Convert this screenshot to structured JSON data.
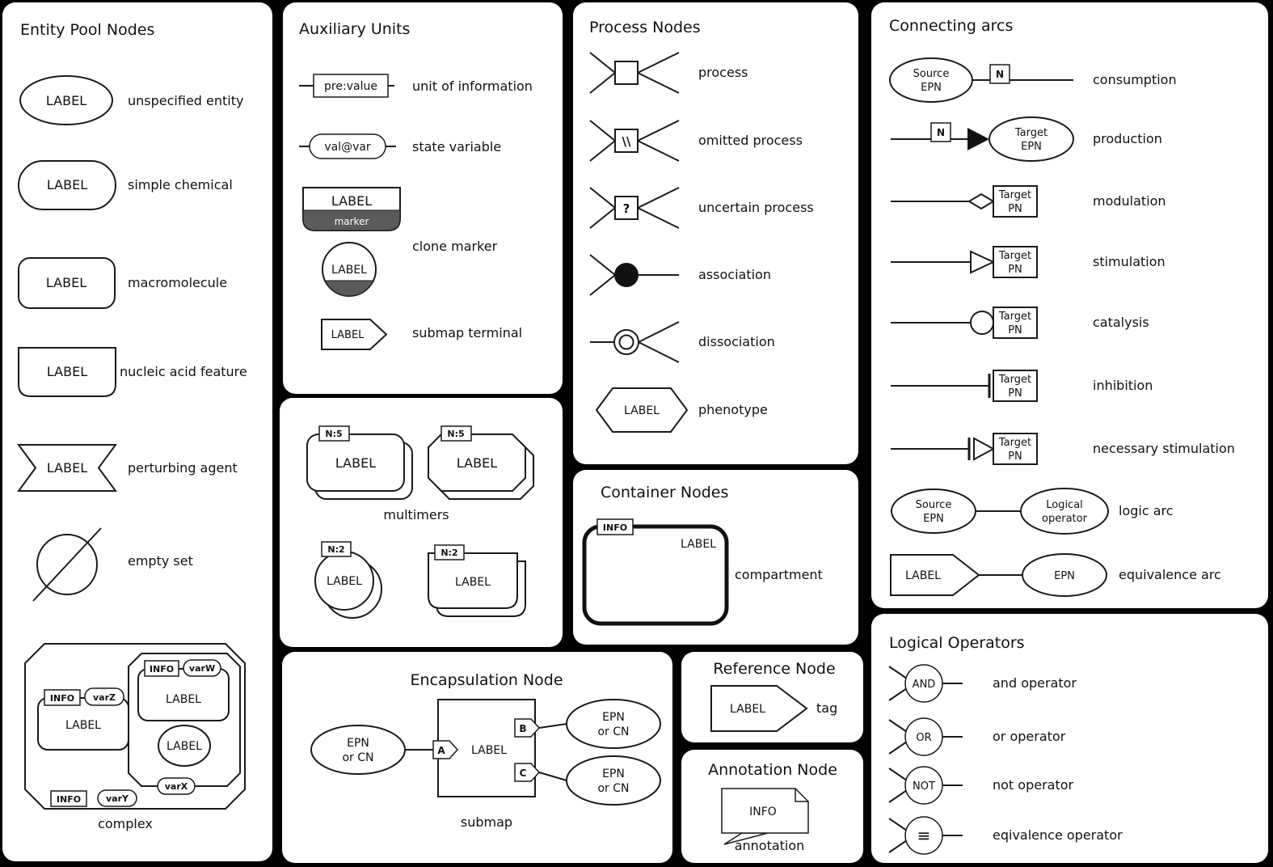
{
  "colors": {
    "background": "#000000",
    "panel_bg": "#ffffff",
    "stroke": "#1a1a1a",
    "clone_marker_fill": "#5a5a5a"
  },
  "entity_pool": {
    "title": "Entity Pool Nodes",
    "unspecified": {
      "shape": "LABEL",
      "label": "unspecified entity"
    },
    "simple_chemical": {
      "shape": "LABEL",
      "label": "simple chemical"
    },
    "macromolecule": {
      "shape": "LABEL",
      "label": "macromolecule"
    },
    "nucleic_acid": {
      "shape": "LABEL",
      "label": "nucleic acid feature"
    },
    "perturbing_agent": {
      "shape": "LABEL",
      "label": "perturbing agent"
    },
    "empty_set": {
      "label": "empty set"
    },
    "complex": {
      "label": "complex",
      "macro1": {
        "info": "INFO",
        "var": "varZ",
        "shape": "LABEL"
      },
      "macro2": {
        "info": "INFO",
        "var": "varW",
        "shape": "LABEL"
      },
      "ellipse": "LABEL",
      "var_x": "varX",
      "bottom_info": "INFO",
      "bottom_var": "varY"
    }
  },
  "auxiliary": {
    "title": "Auxiliary Units",
    "unit_of_information": {
      "shape": "pre:value",
      "label": "unit of information"
    },
    "state_variable": {
      "shape": "val@var",
      "label": "state variable"
    },
    "clone_marker": {
      "shape": "LABEL",
      "marker": "marker",
      "shape2": "LABEL",
      "label": "clone marker"
    },
    "submap_terminal": {
      "shape": "LABEL",
      "label": "submap terminal"
    }
  },
  "multimers": {
    "caption": "multimers",
    "macromolecule": {
      "cardinality": "N:5",
      "shape": "LABEL"
    },
    "complex": {
      "cardinality": "N:5",
      "shape": "LABEL"
    },
    "simple_chemical": {
      "cardinality": "N:2",
      "shape": "LABEL"
    },
    "nucleic_acid": {
      "cardinality": "N:2",
      "shape": "LABEL"
    }
  },
  "process_nodes": {
    "title": "Process Nodes",
    "process": {
      "label": "process"
    },
    "omitted": {
      "glyph": "\\\\",
      "label": "omitted process"
    },
    "uncertain": {
      "glyph": "?",
      "label": "uncertain process"
    },
    "association": {
      "label": "association"
    },
    "dissociation": {
      "label": "dissociation"
    },
    "phenotype": {
      "shape": "LABEL",
      "label": "phenotype"
    }
  },
  "container_nodes": {
    "title": "Container Nodes",
    "compartment": {
      "info": "INFO",
      "shape": "LABEL",
      "label": "compartment"
    }
  },
  "encapsulation": {
    "title": "Encapsulation Node",
    "caption": "submap",
    "shape": "LABEL",
    "tag_a": "A",
    "tag_b": "B",
    "tag_c": "C",
    "left_epn": {
      "line1": "EPN",
      "line2": "or CN"
    },
    "right_epn_top": {
      "line1": "EPN",
      "line2": "or CN"
    },
    "right_epn_bottom": {
      "line1": "EPN",
      "line2": "or CN"
    }
  },
  "reference_node": {
    "title": "Reference Node",
    "tag": {
      "shape": "LABEL",
      "label": "tag"
    }
  },
  "annotation_node": {
    "title": "Annotation Node",
    "annotation": {
      "shape": "INFO",
      "label": "annotation"
    }
  },
  "connecting_arcs": {
    "title": "Connecting arcs",
    "consumption": {
      "source_line1": "Source",
      "source_line2": "EPN",
      "cardinality": "N",
      "label": "consumption"
    },
    "production": {
      "cardinality": "N",
      "target_line1": "Target",
      "target_line2": "EPN",
      "label": "production"
    },
    "modulation": {
      "target_line1": "Target",
      "target_line2": "PN",
      "label": "modulation"
    },
    "stimulation": {
      "target_line1": "Target",
      "target_line2": "PN",
      "label": "stimulation"
    },
    "catalysis": {
      "target_line1": "Target",
      "target_line2": "PN",
      "label": "catalysis"
    },
    "inhibition": {
      "target_line1": "Target",
      "target_line2": "PN",
      "label": "inhibition"
    },
    "necessary_stimulation": {
      "target_line1": "Target",
      "target_line2": "PN",
      "label": "necessary stimulation"
    },
    "logic_arc": {
      "source_line1": "Source",
      "source_line2": "EPN",
      "op_line1": "Logical",
      "op_line2": "operator",
      "label": "logic arc"
    },
    "equivalence_arc": {
      "tag": "LABEL",
      "epn": "EPN",
      "label": "equivalence arc"
    }
  },
  "logical_operators": {
    "title": "Logical Operators",
    "and": {
      "glyph": "AND",
      "label": "and operator"
    },
    "or": {
      "glyph": "OR",
      "label": "or operator"
    },
    "not": {
      "glyph": "NOT",
      "label": "not operator"
    },
    "equivalence": {
      "glyph": "≡",
      "label": "eqivalence operator"
    }
  }
}
